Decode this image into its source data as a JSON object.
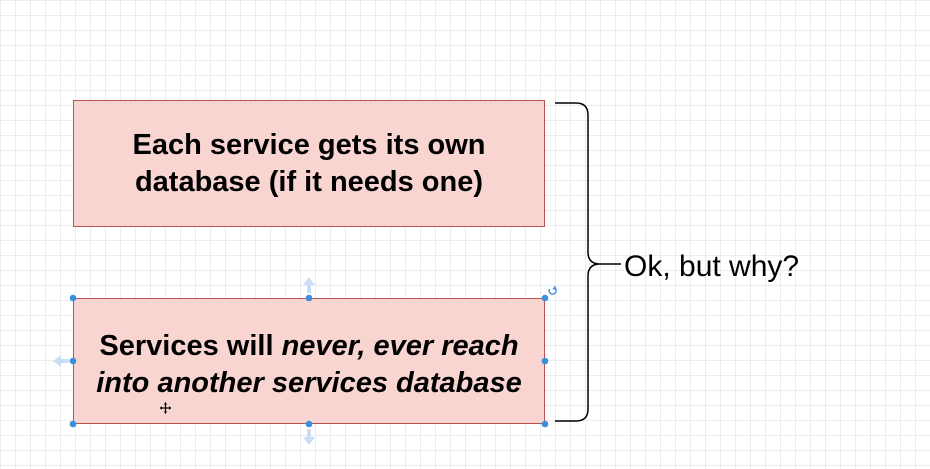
{
  "boxes": {
    "top": {
      "line1": "Each service gets its own",
      "line2": "database (if it needs one)"
    },
    "bottom": {
      "plain": "Services will ",
      "italic_line1": "never, ever reach",
      "italic_line2": "into another services database"
    }
  },
  "brace_label": "Ok, but why?",
  "colors": {
    "box_fill": "#f8d5d1",
    "box_border": "#b85450",
    "selection_handle": "#3a8fde",
    "grid": "#ececec"
  },
  "icons": {
    "resize_handle": "blue-dot",
    "rotate_handle": "rotate-arrow",
    "connect_arrows": "light-blue-arrows",
    "cursor": "move-cursor"
  }
}
